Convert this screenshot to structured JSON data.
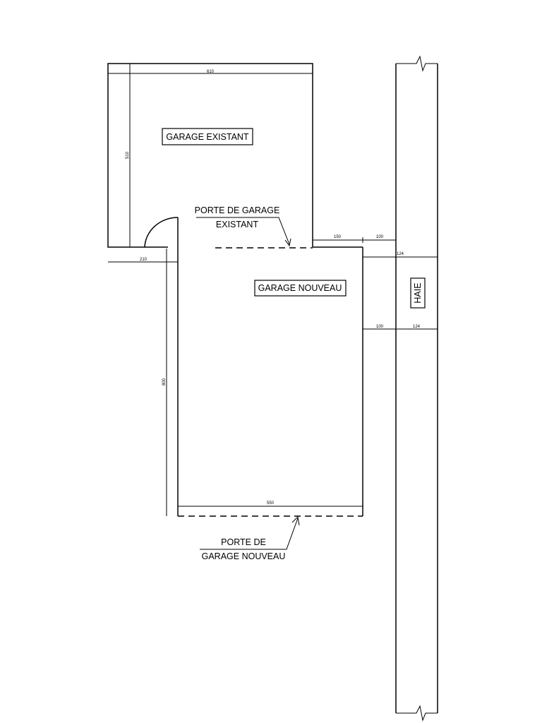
{
  "labels": {
    "garage_existant": "GARAGE EXISTANT",
    "garage_nouveau": "GARAGE NOUVEAU",
    "haie": "HAIE",
    "porte_existant_line1": "PORTE DE GARAGE",
    "porte_existant_line2": "EXISTANT",
    "porte_nouveau_line1": "PORTE DE",
    "porte_nouveau_line2": "GARAGE NOUVEAU"
  },
  "dimensions": {
    "existing_width": "610",
    "existing_depth": "510",
    "offset_left": "210",
    "new_depth": "800",
    "new_width": "550",
    "gap_top_1": "150",
    "gap_top_2": "100",
    "hedge_top": "124",
    "gap_mid": "100",
    "hedge_mid": "124"
  }
}
